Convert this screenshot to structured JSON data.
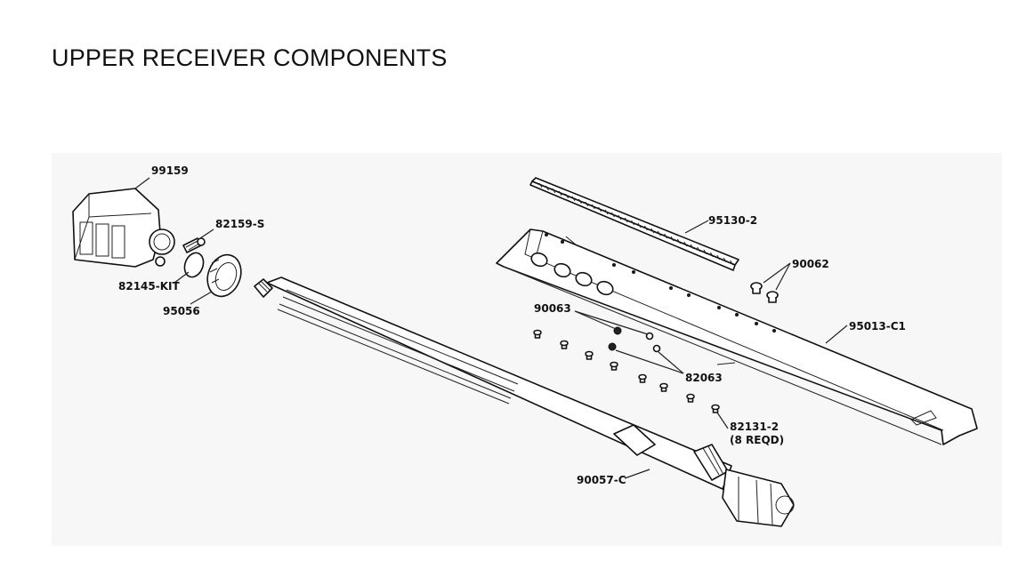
{
  "title": "UPPER RECEIVER COMPONENTS",
  "labels": {
    "p99159": "99159",
    "p82159s": "82159-S",
    "p82145kit": "82145-KIT",
    "p95056": "95056",
    "p95130_2": "95130-2",
    "p90062": "90062",
    "p95013c1": "95013-C1",
    "p90063": "90063",
    "p82063": "82063",
    "p82131_2": "82131-2",
    "p82131_2_qty": "(8 REQD)",
    "p90057c": "90057-C"
  }
}
